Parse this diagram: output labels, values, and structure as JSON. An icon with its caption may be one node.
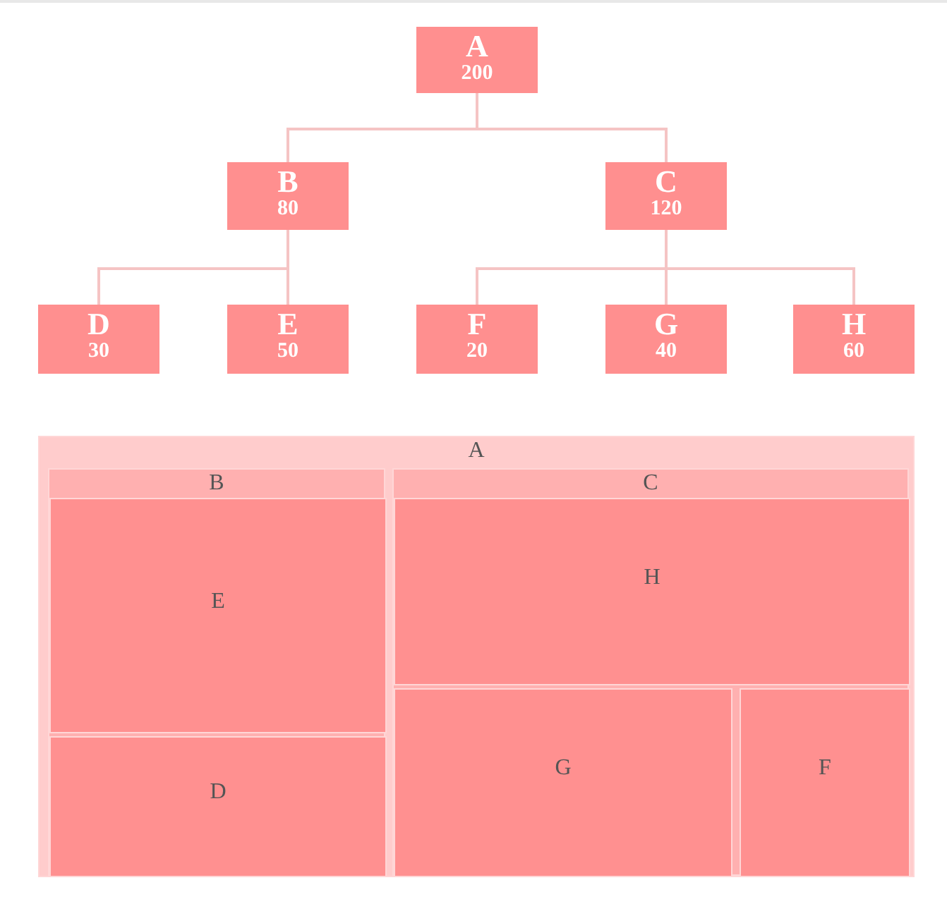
{
  "diagram": {
    "nodes": [
      {
        "text": [
          "A",
          "200"
        ]
      },
      {
        "text": [
          "B",
          "80"
        ]
      },
      {
        "text": [
          "C",
          "120"
        ]
      },
      {
        "text": [
          "D",
          "30"
        ]
      },
      {
        "text": [
          "E",
          "50"
        ]
      },
      {
        "text": [
          "F",
          "20"
        ]
      },
      {
        "text": [
          "G",
          "40"
        ]
      },
      {
        "text": [
          "H",
          "60"
        ]
      },
      {
        "text": [
          "A"
        ]
      },
      {
        "text": [
          "B"
        ],
        "in": 8
      },
      {
        "text": [
          "E"
        ],
        "in": 9
      },
      {
        "text": [
          "D"
        ],
        "in": 9
      },
      {
        "text": [
          "C"
        ],
        "in": 8
      },
      {
        "text": [
          "H"
        ],
        "in": 12
      },
      {
        "text": [
          "G"
        ],
        "in": 12
      },
      {
        "text": [
          "F"
        ],
        "in": 12
      }
    ],
    "edges": [
      {
        "from": 0,
        "to": 1,
        "arrow": "none"
      },
      {
        "from": 0,
        "to": 2,
        "arrow": "none"
      },
      {
        "from": 1,
        "to": 3,
        "arrow": "none"
      },
      {
        "from": 1,
        "to": 4,
        "arrow": "none"
      },
      {
        "from": 2,
        "to": 5,
        "arrow": "none"
      },
      {
        "from": 2,
        "to": 6,
        "arrow": "none"
      },
      {
        "from": 2,
        "to": 7,
        "arrow": "none"
      }
    ]
  }
}
